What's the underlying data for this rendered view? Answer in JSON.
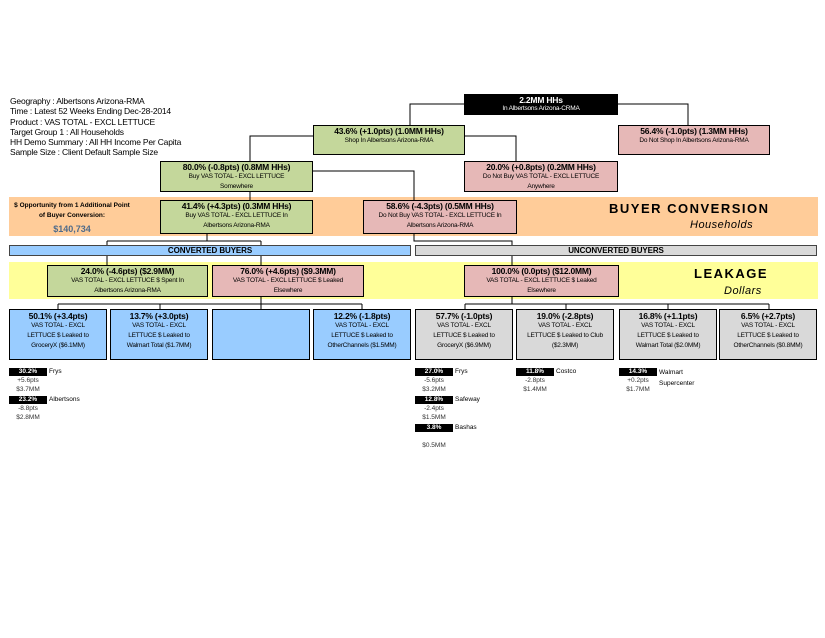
{
  "info": [
    "Geography : Albertsons Arizona-RMA",
    "Time : Latest 52 Weeks Ending Dec-28-2014",
    "Product : VAS TOTAL - EXCL LETTUCE",
    "Target Group 1 : All Households",
    "HH Demo Summary : All HH Income Per Capita",
    "Sample Size : Client Default Sample Size"
  ],
  "top": {
    "h": "2.2MM HHs",
    "t": "In Albertsons Arizona-CRMA"
  },
  "shop": {
    "h": "43.6% (+1.0pts) (1.0MM HHs)",
    "t": "Shop In Albertsons Arizona-RMA"
  },
  "noshop": {
    "h": "56.4% (-1.0pts) (1.3MM HHs)",
    "t": "Do Not Shop In Albertsons Arizona-RMA"
  },
  "buy": {
    "h": "80.0% (-0.8pts) (0.8MM HHs)",
    "t1": "Buy VAS TOTAL - EXCL LETTUCE",
    "t2": "Somewhere"
  },
  "nobuy": {
    "h": "20.0% (+0.8pts) (0.2MM HHs)",
    "t1": "Do Not Buy VAS TOTAL - EXCL LETTUCE",
    "t2": "Anywhere"
  },
  "opp": {
    "l1": "$ Opportunity from 1 Additional Point",
    "l2": "of Buyer Conversion:",
    "v": "$140,734"
  },
  "buyIn": {
    "h": "41.4% (+4.3pts) (0.3MM HHs)",
    "t1": "Buy VAS TOTAL - EXCL LETTUCE In",
    "t2": "Albertsons Arizona-RMA"
  },
  "noBuyIn": {
    "h": "58.6% (-4.3pts) (0.5MM HHs)",
    "t1": "Do Not Buy VAS TOTAL - EXCL LETTUCE In",
    "t2": "Albertsons Arizona-RMA"
  },
  "bc": {
    "title": "BUYER CONVERSION",
    "sub": "Households"
  },
  "lk": {
    "title": "LEAKAGE",
    "sub": "Dollars"
  },
  "converted": "CONVERTED BUYERS",
  "unconverted": "UNCONVERTED BUYERS",
  "spent": {
    "h": "24.0% (-4.6pts) ($2.9MM)",
    "t1": "VAS TOTAL - EXCL LETTUCE $ Spent In",
    "t2": "Albertsons Arizona-RMA"
  },
  "leakC": {
    "h": "76.0% (+4.6pts) ($9.3MM)",
    "t1": "VAS TOTAL - EXCL LETTUCE $ Leaked",
    "t2": "Elsewhere"
  },
  "leakU": {
    "h": "100.0% (0.0pts) ($12.0MM)",
    "t1": "VAS TOTAL - EXCL LETTUCE $ Leaked",
    "t2": "Elsewhere"
  },
  "conv": [
    {
      "h": "50.1% (+3.4pts)",
      "t1": "VAS TOTAL - EXCL",
      "t2": "LETTUCE $ Leaked to",
      "t3": "GroceryX ($6.1MM)"
    },
    {
      "h": "13.7% (+3.0pts)",
      "t1": "VAS TOTAL - EXCL",
      "t2": "LETTUCE $ Leaked to",
      "t3": "Walmart Total ($1.7MM)"
    },
    {
      "h": "",
      "t1": "",
      "t2": "",
      "t3": ""
    },
    {
      "h": "12.2% (-1.8pts)",
      "t1": "VAS TOTAL - EXCL",
      "t2": "LETTUCE $ Leaked to",
      "t3": "OtherChannels ($1.5MM)"
    }
  ],
  "unconv": [
    {
      "h": "57.7% (-1.0pts)",
      "t1": "VAS TOTAL - EXCL",
      "t2": "LETTUCE $ Leaked to",
      "t3": "GroceryX ($6.9MM)"
    },
    {
      "h": "19.0% (-2.8pts)",
      "t1": "VAS TOTAL - EXCL",
      "t2": "LETTUCE $ Leaked to Club",
      "t3": "($2.3MM)"
    },
    {
      "h": "16.8% (+1.1pts)",
      "t1": "VAS TOTAL - EXCL",
      "t2": "LETTUCE $ Leaked to",
      "t3": "Walmart Total ($2.0MM)"
    },
    {
      "h": "6.5% (+2.7pts)",
      "t1": "VAS TOTAL - EXCL",
      "t2": "LETTUCE $ Leaked to",
      "t3": "OtherChannels ($0.8MM)"
    }
  ],
  "ranks": {
    "c1": [
      {
        "p": "30.2%",
        "n": "Frys",
        "d": "+5.6pts",
        "v": "$3.7MM"
      },
      {
        "p": "23.2%",
        "n": "Albertsons",
        "d": "-8.8pts",
        "v": "$2.8MM"
      }
    ],
    "u1": [
      {
        "p": "27.0%",
        "n": "Frys",
        "d": "-5.6pts",
        "v": "$3.2MM"
      },
      {
        "p": "12.8%",
        "n": "Safeway",
        "d": "-2.4pts",
        "v": "$1.5MM"
      },
      {
        "p": "3.8%",
        "n": "Bashas",
        "d": "",
        "v": "$0.5MM"
      }
    ],
    "u2": [
      {
        "p": "11.8%",
        "n": "Costco",
        "d": "-2.8pts",
        "v": "$1.4MM"
      }
    ],
    "u3": [
      {
        "p": "14.3%",
        "n": "Walmart Supercenter",
        "d": "+0.2pts",
        "v": "$1.7MM"
      }
    ]
  },
  "colors": {
    "green": "#C4D79B",
    "pink": "#E6B8B7",
    "blue": "#99CCFF",
    "gray": "#D9D9D9",
    "peach": "#FFCC99",
    "yellow": "#FFFF99"
  }
}
